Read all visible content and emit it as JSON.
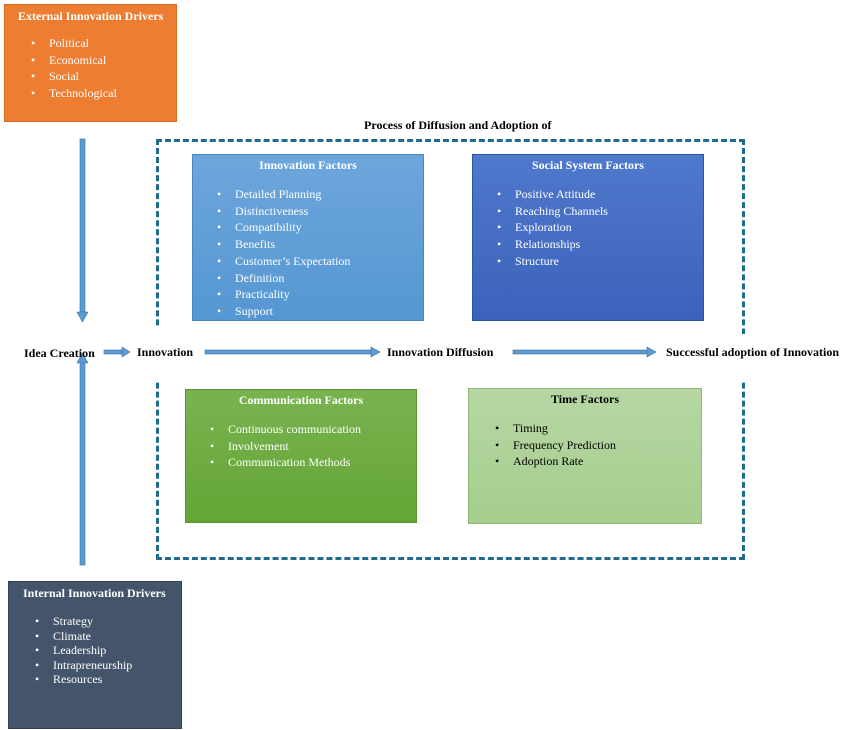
{
  "title": "Process of Diffusion and Adoption of",
  "external_drivers": {
    "heading": "External Innovation Drivers",
    "items": [
      "Political",
      "Economical",
      "Social",
      "Technological"
    ]
  },
  "internal_drivers": {
    "heading": "Internal Innovation Drivers",
    "items": [
      "Strategy",
      "Climate",
      "Leadership",
      "Intrapreneurship",
      "Resources"
    ]
  },
  "innovation_factors": {
    "heading": "Innovation Factors",
    "items": [
      "Detailed Planning",
      "Distinctiveness",
      "Compatibility",
      "Benefits",
      "Customer’s Expectation",
      "Definition",
      "Practicality",
      "Support"
    ]
  },
  "social_system_factors": {
    "heading": "Social System Factors",
    "items": [
      "Positive Attitude",
      "Reaching Channels",
      "Exploration",
      "Relationships",
      "Structure"
    ]
  },
  "communication_factors": {
    "heading": "Communication Factors",
    "items": [
      "Continuous communication",
      "Involvement",
      "Communication Methods"
    ]
  },
  "time_factors": {
    "heading": "Time Factors",
    "items": [
      "Timing",
      "Frequency Prediction",
      "Adoption Rate"
    ]
  },
  "flow": {
    "idea_creation": "Idea Creation",
    "innovation": "Innovation",
    "innovation_diffusion": "Innovation Diffusion",
    "successful_adoption": "Successful adoption of Innovation"
  },
  "colors": {
    "external": "#ED7D31",
    "internal": "#44546A",
    "innovation_factors": "#5B9BD5",
    "social_system_factors": "#4472C4",
    "communication_factors": "#70AD47",
    "time_factors": "#A9D18E",
    "dashed_border": "#1F6A8F",
    "arrow": "#5B9BD5"
  }
}
